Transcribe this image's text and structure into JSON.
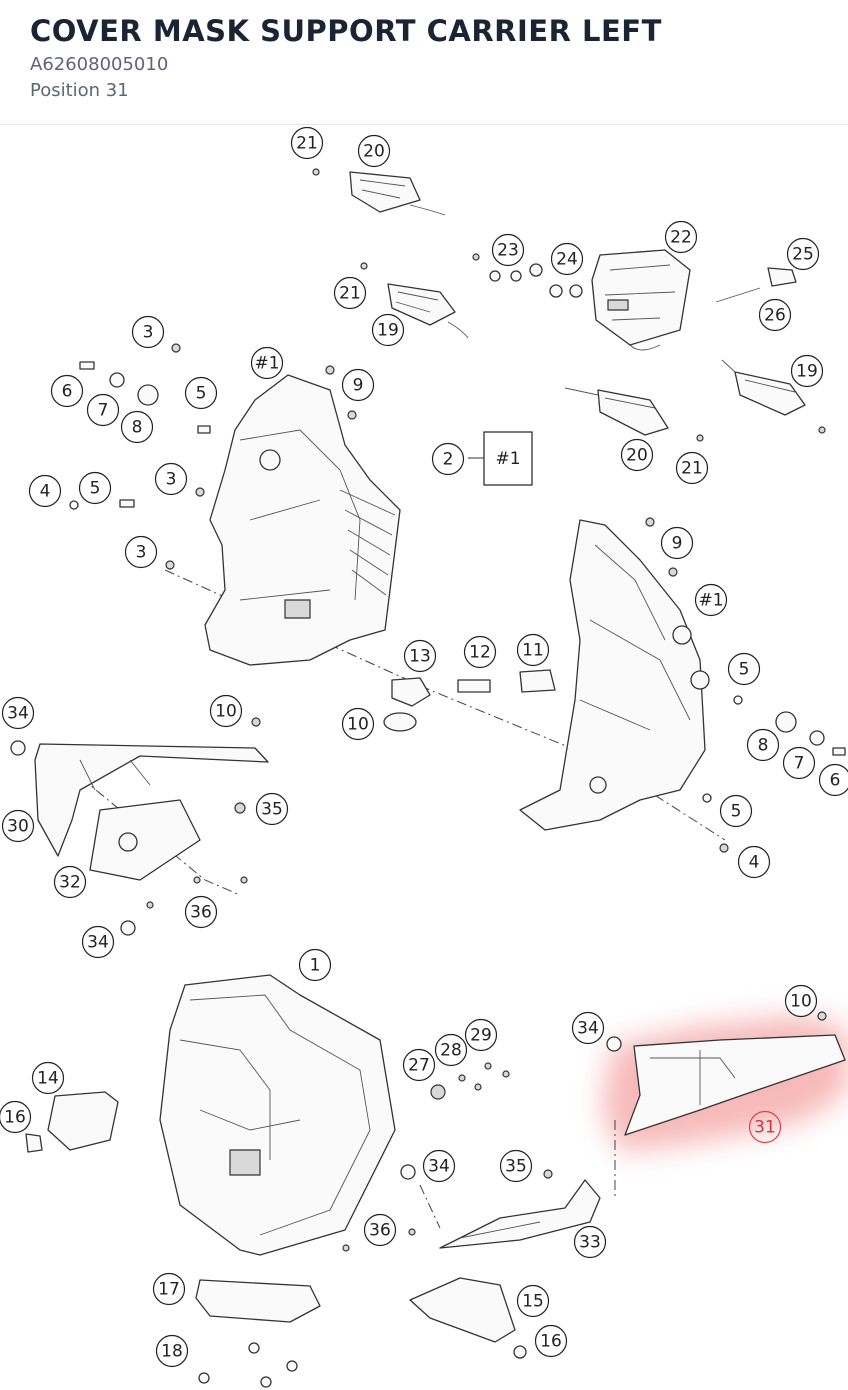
{
  "header": {
    "title": "COVER MASK SUPPORT CARRIER LEFT",
    "part_number": "A62608005010",
    "position": "Position 31"
  },
  "diagram": {
    "highlight_color": "#f08080",
    "highlighted_label": "31",
    "callouts": [
      {
        "id": "c21a",
        "label": "21"
      },
      {
        "id": "c20a",
        "label": "20"
      },
      {
        "id": "c23",
        "label": "23"
      },
      {
        "id": "c24",
        "label": "24"
      },
      {
        "id": "c22",
        "label": "22"
      },
      {
        "id": "c25",
        "label": "25"
      },
      {
        "id": "c21b",
        "label": "21"
      },
      {
        "id": "c19a",
        "label": "19"
      },
      {
        "id": "c26",
        "label": "26"
      },
      {
        "id": "c3a",
        "label": "3"
      },
      {
        "id": "c6a",
        "label": "6"
      },
      {
        "id": "c7a",
        "label": "7"
      },
      {
        "id": "c8a",
        "label": "8"
      },
      {
        "id": "c5a",
        "label": "5"
      },
      {
        "id": "c1a",
        "label": "#1"
      },
      {
        "id": "c9a",
        "label": "9"
      },
      {
        "id": "c19b",
        "label": "19"
      },
      {
        "id": "c2",
        "label": "2"
      },
      {
        "id": "c20b",
        "label": "20"
      },
      {
        "id": "c21c",
        "label": "21"
      },
      {
        "id": "c4a",
        "label": "4"
      },
      {
        "id": "c5b",
        "label": "5"
      },
      {
        "id": "c3b",
        "label": "3"
      },
      {
        "id": "c3c",
        "label": "3"
      },
      {
        "id": "c9b",
        "label": "9"
      },
      {
        "id": "c1b",
        "label": "#1"
      },
      {
        "id": "c13",
        "label": "13"
      },
      {
        "id": "c12",
        "label": "12"
      },
      {
        "id": "c11",
        "label": "11"
      },
      {
        "id": "c5c",
        "label": "5"
      },
      {
        "id": "c34a",
        "label": "34"
      },
      {
        "id": "c10a",
        "label": "10"
      },
      {
        "id": "c10b",
        "label": "10"
      },
      {
        "id": "c8b",
        "label": "8"
      },
      {
        "id": "c7b",
        "label": "7"
      },
      {
        "id": "c6b",
        "label": "6"
      },
      {
        "id": "c35a",
        "label": "35"
      },
      {
        "id": "c30",
        "label": "30"
      },
      {
        "id": "c5d",
        "label": "5"
      },
      {
        "id": "c4b",
        "label": "4"
      },
      {
        "id": "c32",
        "label": "32"
      },
      {
        "id": "c36a",
        "label": "36"
      },
      {
        "id": "c34b",
        "label": "34"
      },
      {
        "id": "c1",
        "label": "1"
      },
      {
        "id": "c10c",
        "label": "10"
      },
      {
        "id": "c34c",
        "label": "34"
      },
      {
        "id": "c29",
        "label": "29"
      },
      {
        "id": "c28",
        "label": "28"
      },
      {
        "id": "c27",
        "label": "27"
      },
      {
        "id": "c14",
        "label": "14"
      },
      {
        "id": "c31",
        "label": "31"
      },
      {
        "id": "c16a",
        "label": "16"
      },
      {
        "id": "c34d",
        "label": "34"
      },
      {
        "id": "c35b",
        "label": "35"
      },
      {
        "id": "c36b",
        "label": "36"
      },
      {
        "id": "c33",
        "label": "33"
      },
      {
        "id": "c17",
        "label": "17"
      },
      {
        "id": "c15",
        "label": "15"
      },
      {
        "id": "c16b",
        "label": "16"
      },
      {
        "id": "c18",
        "label": "18"
      }
    ]
  }
}
